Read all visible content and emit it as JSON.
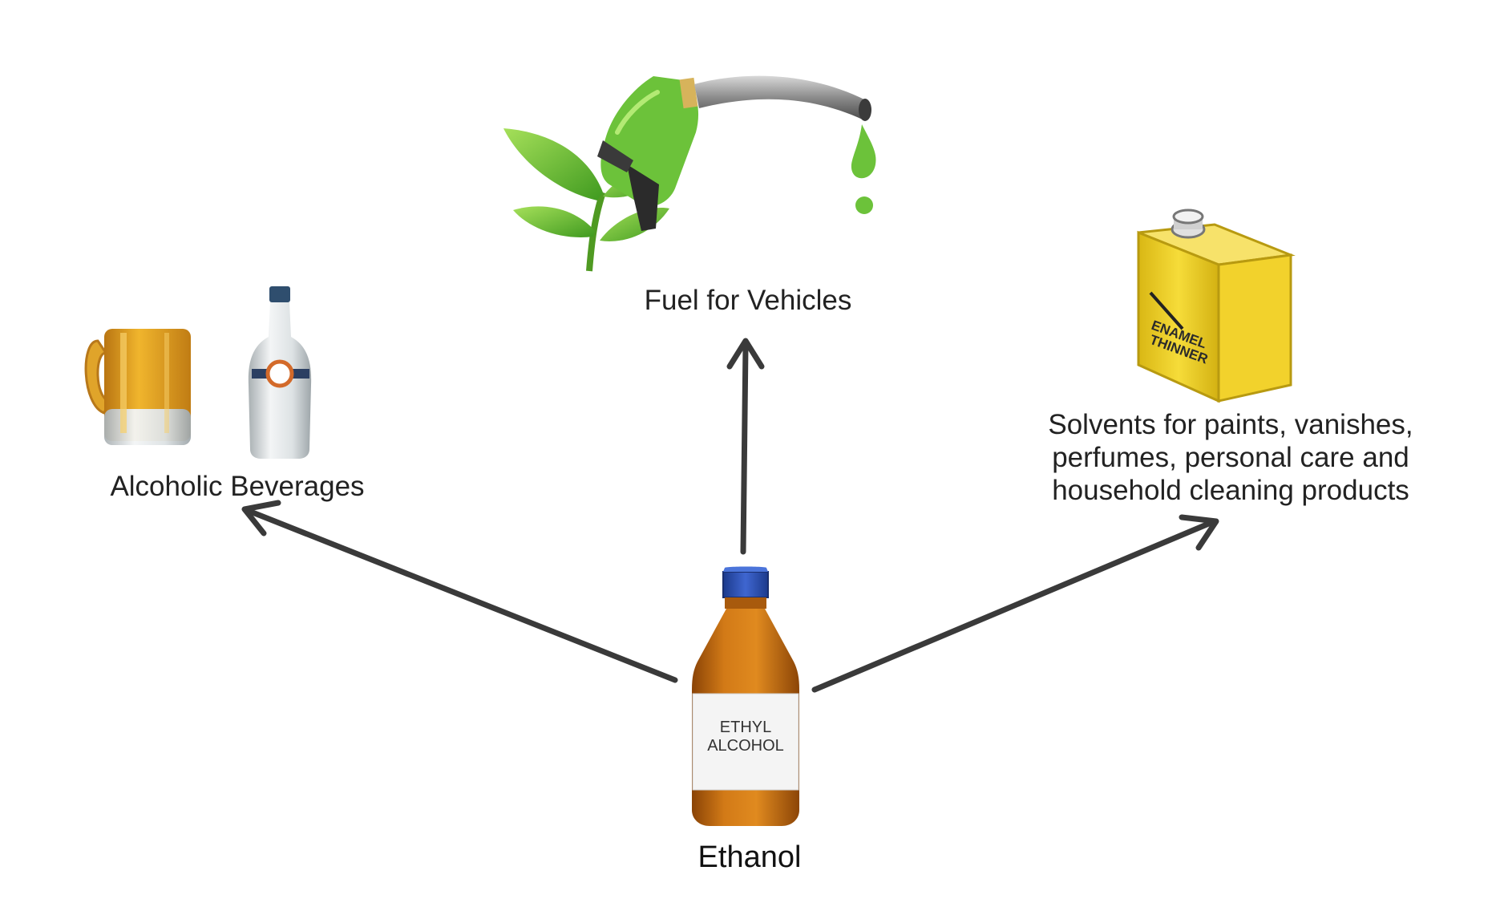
{
  "title": "",
  "nodes": {
    "center": {
      "label": "Ethanol",
      "bottle_label_line1": "ETHYL",
      "bottle_label_line2": "ALCOHOL"
    },
    "fuel": {
      "label": "Fuel for Vehicles"
    },
    "beverages": {
      "label": "Alcoholic Beverages"
    },
    "solvents": {
      "label_line1": "Solvents for paints, vanishes,",
      "label_line2": "perfumes, personal care and",
      "label_line3": "household cleaning products",
      "can_label_line1": "ENAMEL",
      "can_label_line2": "THINNER"
    }
  },
  "edges": [
    {
      "from": "center",
      "to": "fuel"
    },
    {
      "from": "center",
      "to": "beverages"
    },
    {
      "from": "center",
      "to": "solvents"
    }
  ],
  "colors": {
    "arrow": "#3a3a3a",
    "text": "#222222",
    "bottle_amber": "#c76a12",
    "bottle_cap": "#2d4fb0",
    "leaf_green": "#5cb82e",
    "can_yellow": "#f1d22b",
    "beer": "#e6a51f"
  }
}
